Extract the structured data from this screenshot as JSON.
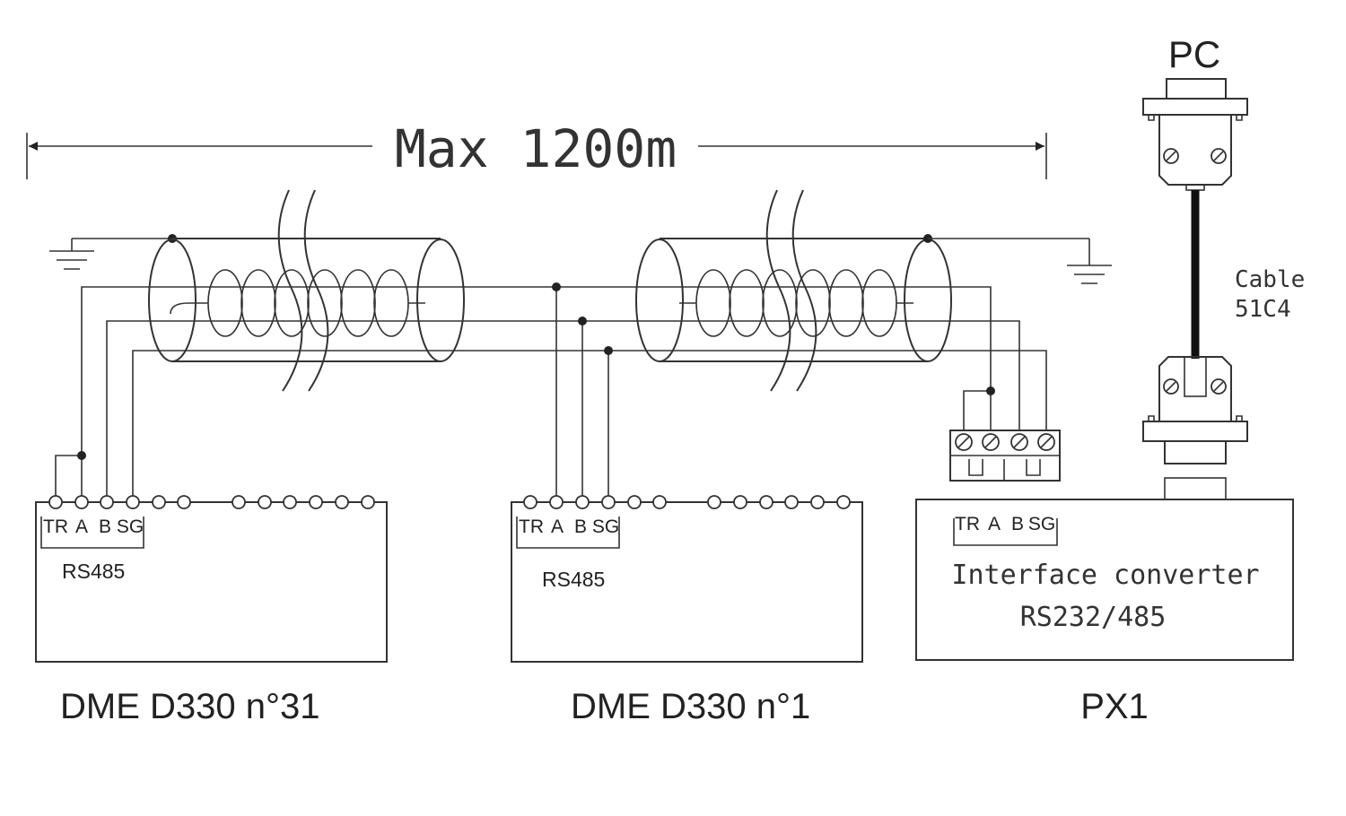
{
  "colors": {
    "line": "#333333",
    "text": "#222222",
    "background": "#ffffff",
    "cable": "#111111"
  },
  "dimension": {
    "label": "Max 1200m"
  },
  "pc": {
    "label": "PC"
  },
  "cable": {
    "line1": "Cable",
    "line2": "51C4"
  },
  "devices": [
    {
      "name": "DME D330 n°31",
      "terminals": [
        "TR",
        "A",
        "B",
        "SG"
      ],
      "bus": "RS485"
    },
    {
      "name": "DME D330 n°1",
      "terminals": [
        "TR",
        "A",
        "B",
        "SG"
      ],
      "bus": "RS485"
    },
    {
      "name": "PX1",
      "terminals": [
        "TR",
        "A",
        "B",
        "SG"
      ],
      "line1": "Interface converter",
      "line2": "RS232/485"
    }
  ]
}
